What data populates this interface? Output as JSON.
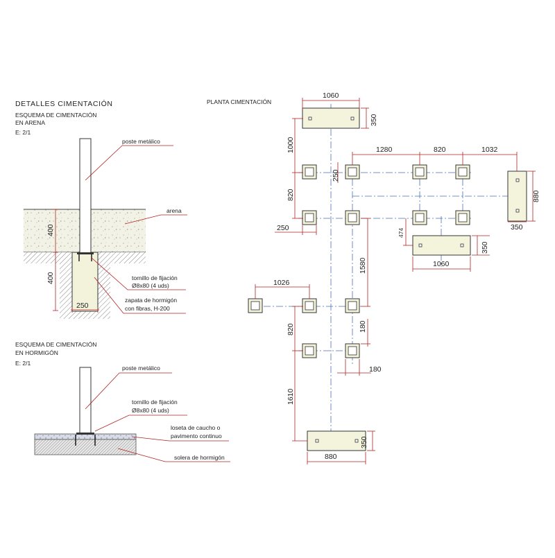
{
  "left_panel": {
    "title": "DETALLES  CIMENTACIÓN",
    "sand_scheme": {
      "title_line1": "ESQUEMA DE CIMENTACIÓN",
      "title_line2": "EN ARENA",
      "scale": "E: 2/1",
      "labels": {
        "post": "poste metálico",
        "sand": "arena",
        "bolt_line1": "tornillo de fijación",
        "bolt_line2": "Ø8x80 (4 uds)",
        "footing_line1": "zapata de hormigón",
        "footing_line2": "con fibras, H-200"
      },
      "dims": {
        "sand_depth": "400",
        "footing_depth": "400",
        "footing_width": "250"
      }
    },
    "concrete_scheme": {
      "title_line1": "ESQUEMA DE CIMENTACIÓN",
      "title_line2": "EN HORMIGÓN",
      "scale": "E: 2/1",
      "labels": {
        "post": "poste metálico",
        "bolt_line1": "tornillo de fijación",
        "bolt_line2": "Ø8x80 (4 uds)",
        "tile_line1": "loseta de caucho o",
        "tile_line2": "pavimento continuo",
        "slab": "solera de hormigón"
      }
    }
  },
  "plan": {
    "title": "PLANTA  CIMENTACIÓN",
    "dims": {
      "top_pad_width": "1060",
      "top_pad_depth": "350",
      "top_gap": "1000",
      "row1_spacing_a": "1280",
      "row1_spacing_b": "820",
      "row1_spacing_c": "1032",
      "small_offset": "250",
      "right_pad_height": "880",
      "right_pad_width": "350",
      "row_gap_820": "820",
      "edge_offset": "250",
      "offset_474": "474",
      "mid_pad_depth": "350",
      "mid_pad_width": "1060",
      "vert_1580": "1580",
      "left_1026": "1026",
      "row_gap_820b": "820",
      "vert_180": "180",
      "horz_180": "180",
      "vert_1610": "1610",
      "bottom_pad_depth": "350",
      "bottom_pad_width": "880"
    }
  }
}
